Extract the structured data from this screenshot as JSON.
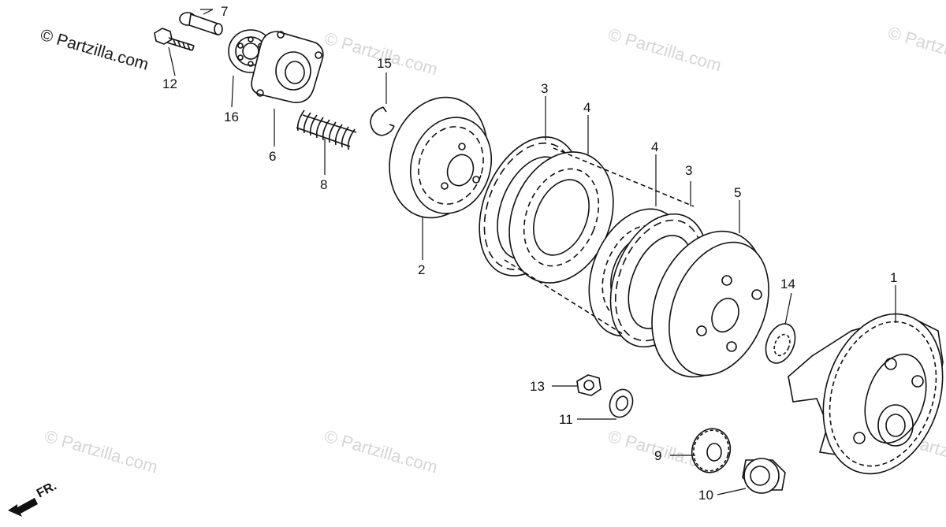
{
  "watermark": {
    "main_text": "© Partzilla.com",
    "tile_text": "© Partzilla.com"
  },
  "direction_label": "FR.",
  "callouts": [
    {
      "id": "1",
      "text": "1"
    },
    {
      "id": "2",
      "text": "2"
    },
    {
      "id": "3a",
      "text": "3"
    },
    {
      "id": "3b",
      "text": "3"
    },
    {
      "id": "4a",
      "text": "4"
    },
    {
      "id": "4b",
      "text": "4"
    },
    {
      "id": "5",
      "text": "5"
    },
    {
      "id": "6",
      "text": "6"
    },
    {
      "id": "7",
      "text": "7"
    },
    {
      "id": "8",
      "text": "8"
    },
    {
      "id": "9",
      "text": "9"
    },
    {
      "id": "10",
      "text": "10"
    },
    {
      "id": "11",
      "text": "11"
    },
    {
      "id": "12",
      "text": "12"
    },
    {
      "id": "13",
      "text": "13"
    },
    {
      "id": "14",
      "text": "14"
    },
    {
      "id": "15",
      "text": "15"
    },
    {
      "id": "16",
      "text": "16"
    }
  ],
  "colors": {
    "ink": "#111111",
    "watermark": "#d6d6d6",
    "background": "#ffffff"
  }
}
